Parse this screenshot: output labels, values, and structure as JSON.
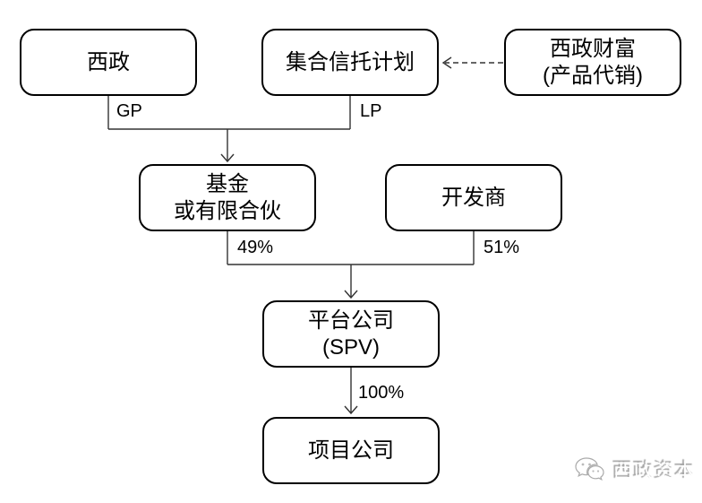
{
  "diagram": {
    "nodes": {
      "xizheng": {
        "label": "西政"
      },
      "trust": {
        "label": "集合信托计划"
      },
      "wealth": {
        "line1": "西政财富",
        "line2": "(产品代销)"
      },
      "fund": {
        "line1": "基金",
        "line2": "或有限合伙"
      },
      "developer": {
        "label": "开发商"
      },
      "spv": {
        "line1": "平台公司",
        "line2": "(SPV)"
      },
      "project": {
        "label": "项目公司"
      }
    },
    "edge_labels": {
      "gp": "GP",
      "lp": "LP",
      "fund_share": "49%",
      "developer_share": "51%",
      "spv_share": "100%"
    },
    "colors": {
      "box_border": "#000000",
      "line": "#333333",
      "background": "#ffffff"
    }
  },
  "watermark": {
    "icon": "wechat-icon",
    "text": "西政资本"
  }
}
